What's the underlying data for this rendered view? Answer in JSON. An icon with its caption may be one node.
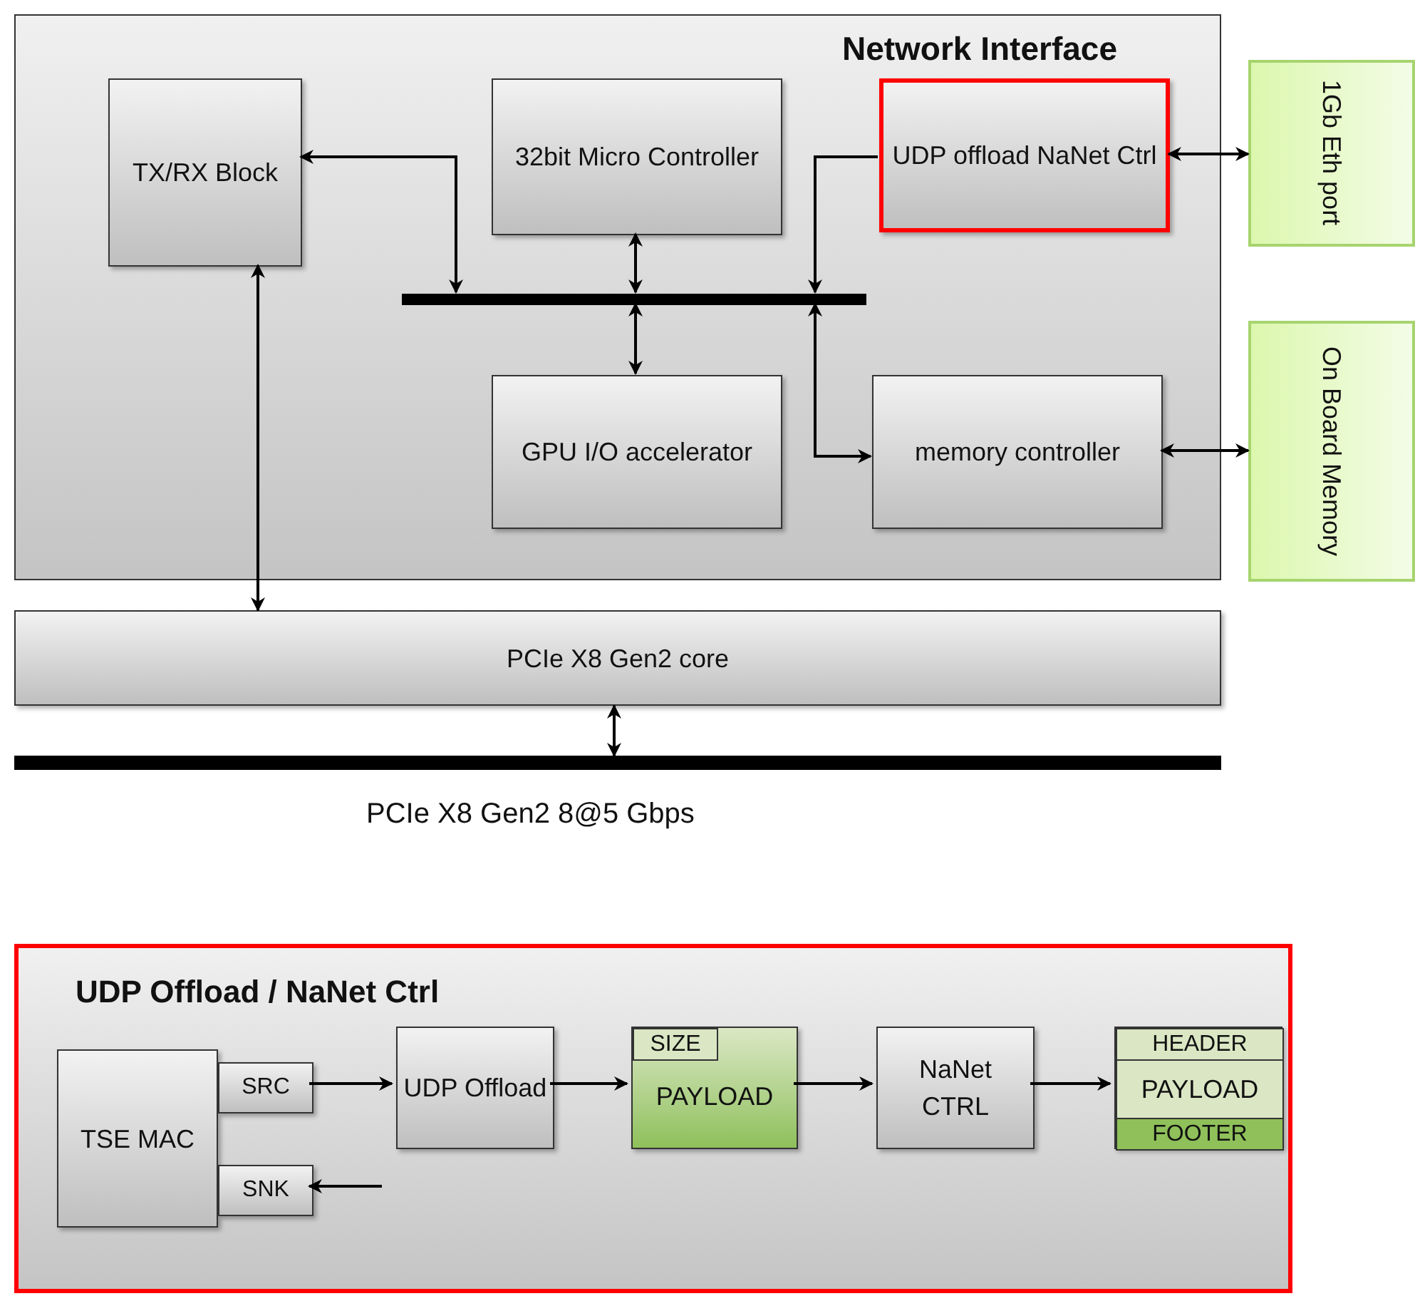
{
  "diagram": {
    "nodes": [
      {
        "text": [
          "Network Interface"
        ]
      },
      {
        "text": [
          "TX/RX Block"
        ],
        "in": 0
      },
      {
        "text": [
          "32bit Micro Controller"
        ],
        "in": 0
      },
      {
        "text": [
          "UDP offload NaNet Ctrl"
        ],
        "in": 0
      },
      {
        "text": [],
        "shape": "bar",
        "in": 0
      },
      {
        "text": [
          "GPU I/O accelerator"
        ],
        "in": 0
      },
      {
        "text": [
          "memory controller"
        ],
        "in": 0
      },
      {
        "text": [
          "1Gb Eth port"
        ]
      },
      {
        "text": [
          "On Board Memory"
        ]
      },
      {
        "text": [
          "PCIe X8 Gen2 core"
        ]
      },
      {
        "text": [],
        "shape": "bar",
        "beside": [
          "PCIe X8 Gen2 8@5 Gbps"
        ]
      },
      {
        "text": [
          "UDP Offload / NaNet Ctrl"
        ]
      },
      {
        "text": [
          "TSE MAC"
        ],
        "in": 11
      },
      {
        "text": [
          "SRC"
        ],
        "in": 11
      },
      {
        "text": [
          "SNK"
        ],
        "in": 11
      },
      {
        "text": [
          "UDP Offload"
        ],
        "in": 11
      },
      {
        "text": [
          "PAYLOAD"
        ],
        "in": 11
      },
      {
        "text": [
          "SIZE"
        ],
        "in": 16
      },
      {
        "text": [
          "NaNet CTRL"
        ],
        "in": 11
      },
      {
        "text": [],
        "shape": "box",
        "in": 11
      },
      {
        "text": [
          "HEADER"
        ],
        "in": 19
      },
      {
        "text": [
          "PAYLOAD"
        ],
        "in": 19
      },
      {
        "text": [
          "FOOTER"
        ],
        "in": 19
      }
    ],
    "edges": [
      {
        "from": 1,
        "to": 4,
        "arrow": "both"
      },
      {
        "from": 2,
        "to": 4,
        "arrow": "both"
      },
      {
        "from": 3,
        "to": 4,
        "arrow": "to"
      },
      {
        "from": 4,
        "to": 5,
        "arrow": "both"
      },
      {
        "from": 4,
        "to": 6,
        "arrow": "both"
      },
      {
        "from": 3,
        "to": 7,
        "arrow": "both"
      },
      {
        "from": 6,
        "to": 8,
        "arrow": "both"
      },
      {
        "from": 1,
        "to": 9,
        "arrow": "both"
      },
      {
        "from": 9,
        "to": 10,
        "arrow": "both"
      },
      {
        "from": 13,
        "to": 15,
        "arrow": "to"
      },
      {
        "from": 15,
        "to": 16,
        "arrow": "to"
      },
      {
        "from": 16,
        "to": 18,
        "arrow": "to"
      },
      {
        "from": 18,
        "to": 19,
        "arrow": "to"
      },
      {
        "from": null,
        "to": 14,
        "arrow": "to"
      }
    ]
  }
}
